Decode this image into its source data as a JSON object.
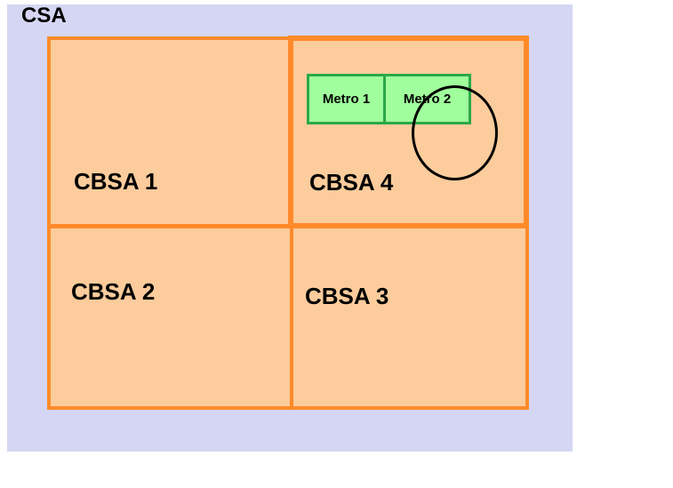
{
  "diagram": {
    "csa_label": "CSA",
    "cbsas": [
      {
        "id": "cbsa-1",
        "label": "CBSA 1"
      },
      {
        "id": "cbsa-2",
        "label": "CBSA 2"
      },
      {
        "id": "cbsa-3",
        "label": "CBSA 3"
      },
      {
        "id": "cbsa-4",
        "label": "CBSA 4"
      }
    ],
    "metros": [
      {
        "id": "metro-1",
        "label": "Metro 1"
      },
      {
        "id": "metro-2",
        "label": "Metro 2"
      }
    ],
    "colors": {
      "csa_fill": "#d4d6f3",
      "cbsa_fill": "#fccc9c",
      "cbsa_border": "#ff8a2a",
      "metro_fill": "#a0ff9c",
      "metro_border": "#2ba84a",
      "highlight_circle": "#000000"
    }
  }
}
